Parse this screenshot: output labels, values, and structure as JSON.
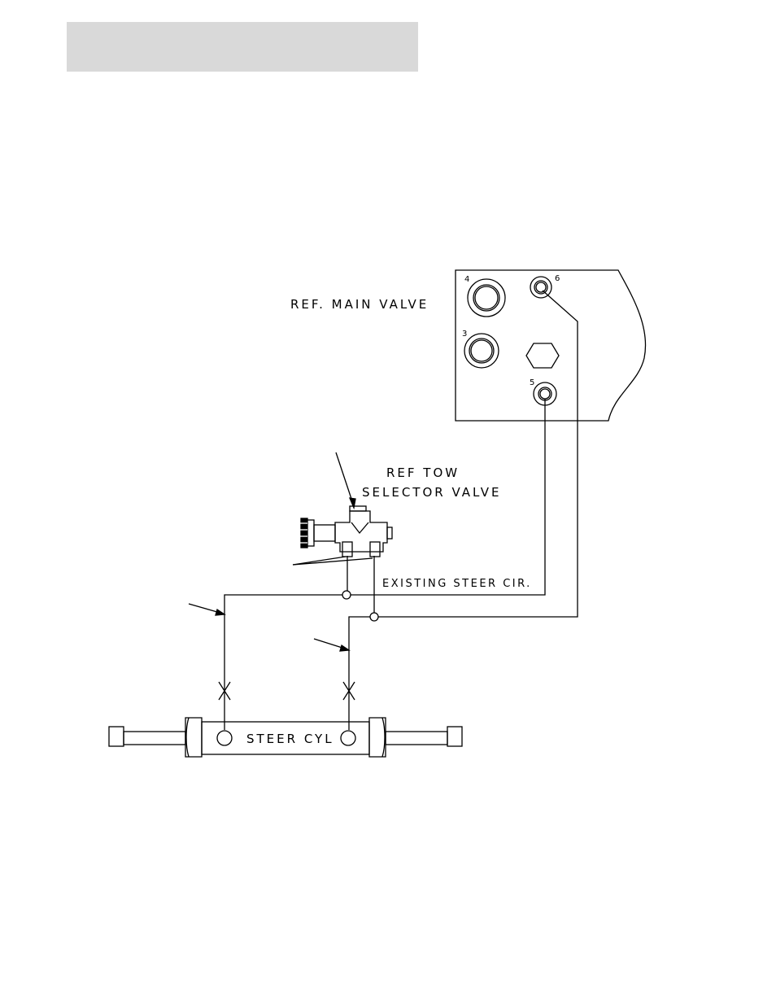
{
  "header": {
    "fill": "#d9d9d9"
  },
  "diagram": {
    "main_valve_label": "REF. MAIN VALVE",
    "tow_valve_label_line1": "REF TOW",
    "tow_valve_label_line2": "SELECTOR VALVE",
    "circuit_label": "EXISTING STEER CIR.",
    "cylinder_label": "STEER CYL",
    "ports": {
      "p3": "3",
      "p4": "4",
      "p5": "5",
      "p6": "6"
    }
  }
}
